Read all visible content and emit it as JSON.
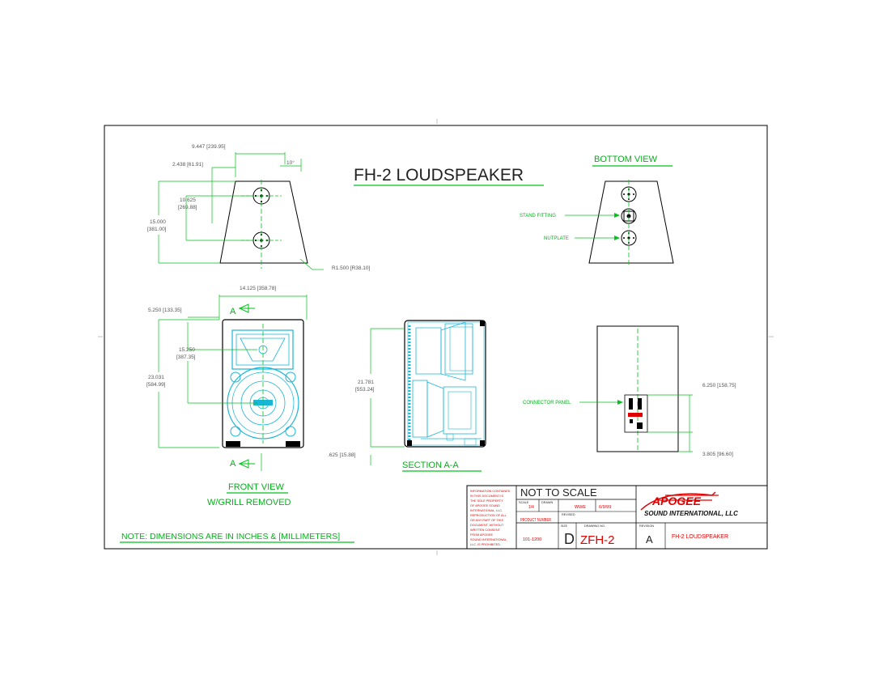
{
  "title": "FH-2 LOUDSPEAKER",
  "views": {
    "bottom": "BOTTOM VIEW",
    "section": "SECTION A-A",
    "front": "FRONT VIEW",
    "front_sub": "W/GRILL REMOVED",
    "section_marker": "A"
  },
  "note": "NOTE: DIMENSIONS ARE IN INCHES & [MILLIMETERS]",
  "callouts": {
    "stand_fitting": "STAND FITTING",
    "nutplate": "NUTPLATE",
    "connector_panel": "CONNECTOR PANEL"
  },
  "dimensions": {
    "top_width": "9.447 [239.95]",
    "top_offset": "2.438 [61.91]",
    "angle": "10°",
    "d_10625_a": "10.625",
    "d_10625_b": "[269.88]",
    "d_15000_a": "15.000",
    "d_15000_b": "[381.00]",
    "radius": "R1.500 [R38.10]",
    "front_width": "14.125 [358.78]",
    "front_offset": "5.250 [133.35]",
    "d_15250_a": "15.250",
    "d_15250_b": "[387.35]",
    "d_23031_a": "23.031",
    "d_23031_b": "[584.99]",
    "d_21781_a": "21.781",
    "d_21781_b": "[553.24]",
    "d_625": ".625 [15.88]",
    "d_6250": "6.250 [158.75]",
    "d_3805": "3.805 [96.60]"
  },
  "title_block": {
    "not_to_scale": "NOT TO SCALE",
    "confidential": [
      "INFORMATION CONTAINED",
      "IN THIS DOCUMENT IS",
      "THE SOLE PROPERTY",
      "OF APOGEE SOUND",
      "INTERNATIONAL, LLC.",
      "REPRODUCTION OF ALL",
      "OR ANY PART OF THIS",
      "DOCUMENT, WITHOUT",
      "WRITTEN CONSENT",
      "FROM APOGEE",
      "SOUND INTERNATIONAL,",
      "LLC. IS PROHIBITED."
    ],
    "scale_label": "SCALE",
    "scale_value": "1/4",
    "drawn_label": "DRAWN",
    "drawn_by": "WWE",
    "drawn_date": "6/9/99",
    "revised_label": "REVISED",
    "product_number_label": "PRODUCT NUMBER",
    "product_number": "101-1200",
    "size_label": "SIZE",
    "size": "D",
    "drawing_label": "DRAWING NO.",
    "drawing_no": "ZFH-2",
    "revision_label": "REVISION",
    "revision": "A",
    "part_name": "FH-2 LOUDSPEAKER",
    "logo_main": "APOGEE",
    "logo_sub": "SOUND INTERNATIONAL, LLC"
  },
  "colors": {
    "green": "#00c21a",
    "cyan": "#19b6d6",
    "red": "#e00000"
  }
}
